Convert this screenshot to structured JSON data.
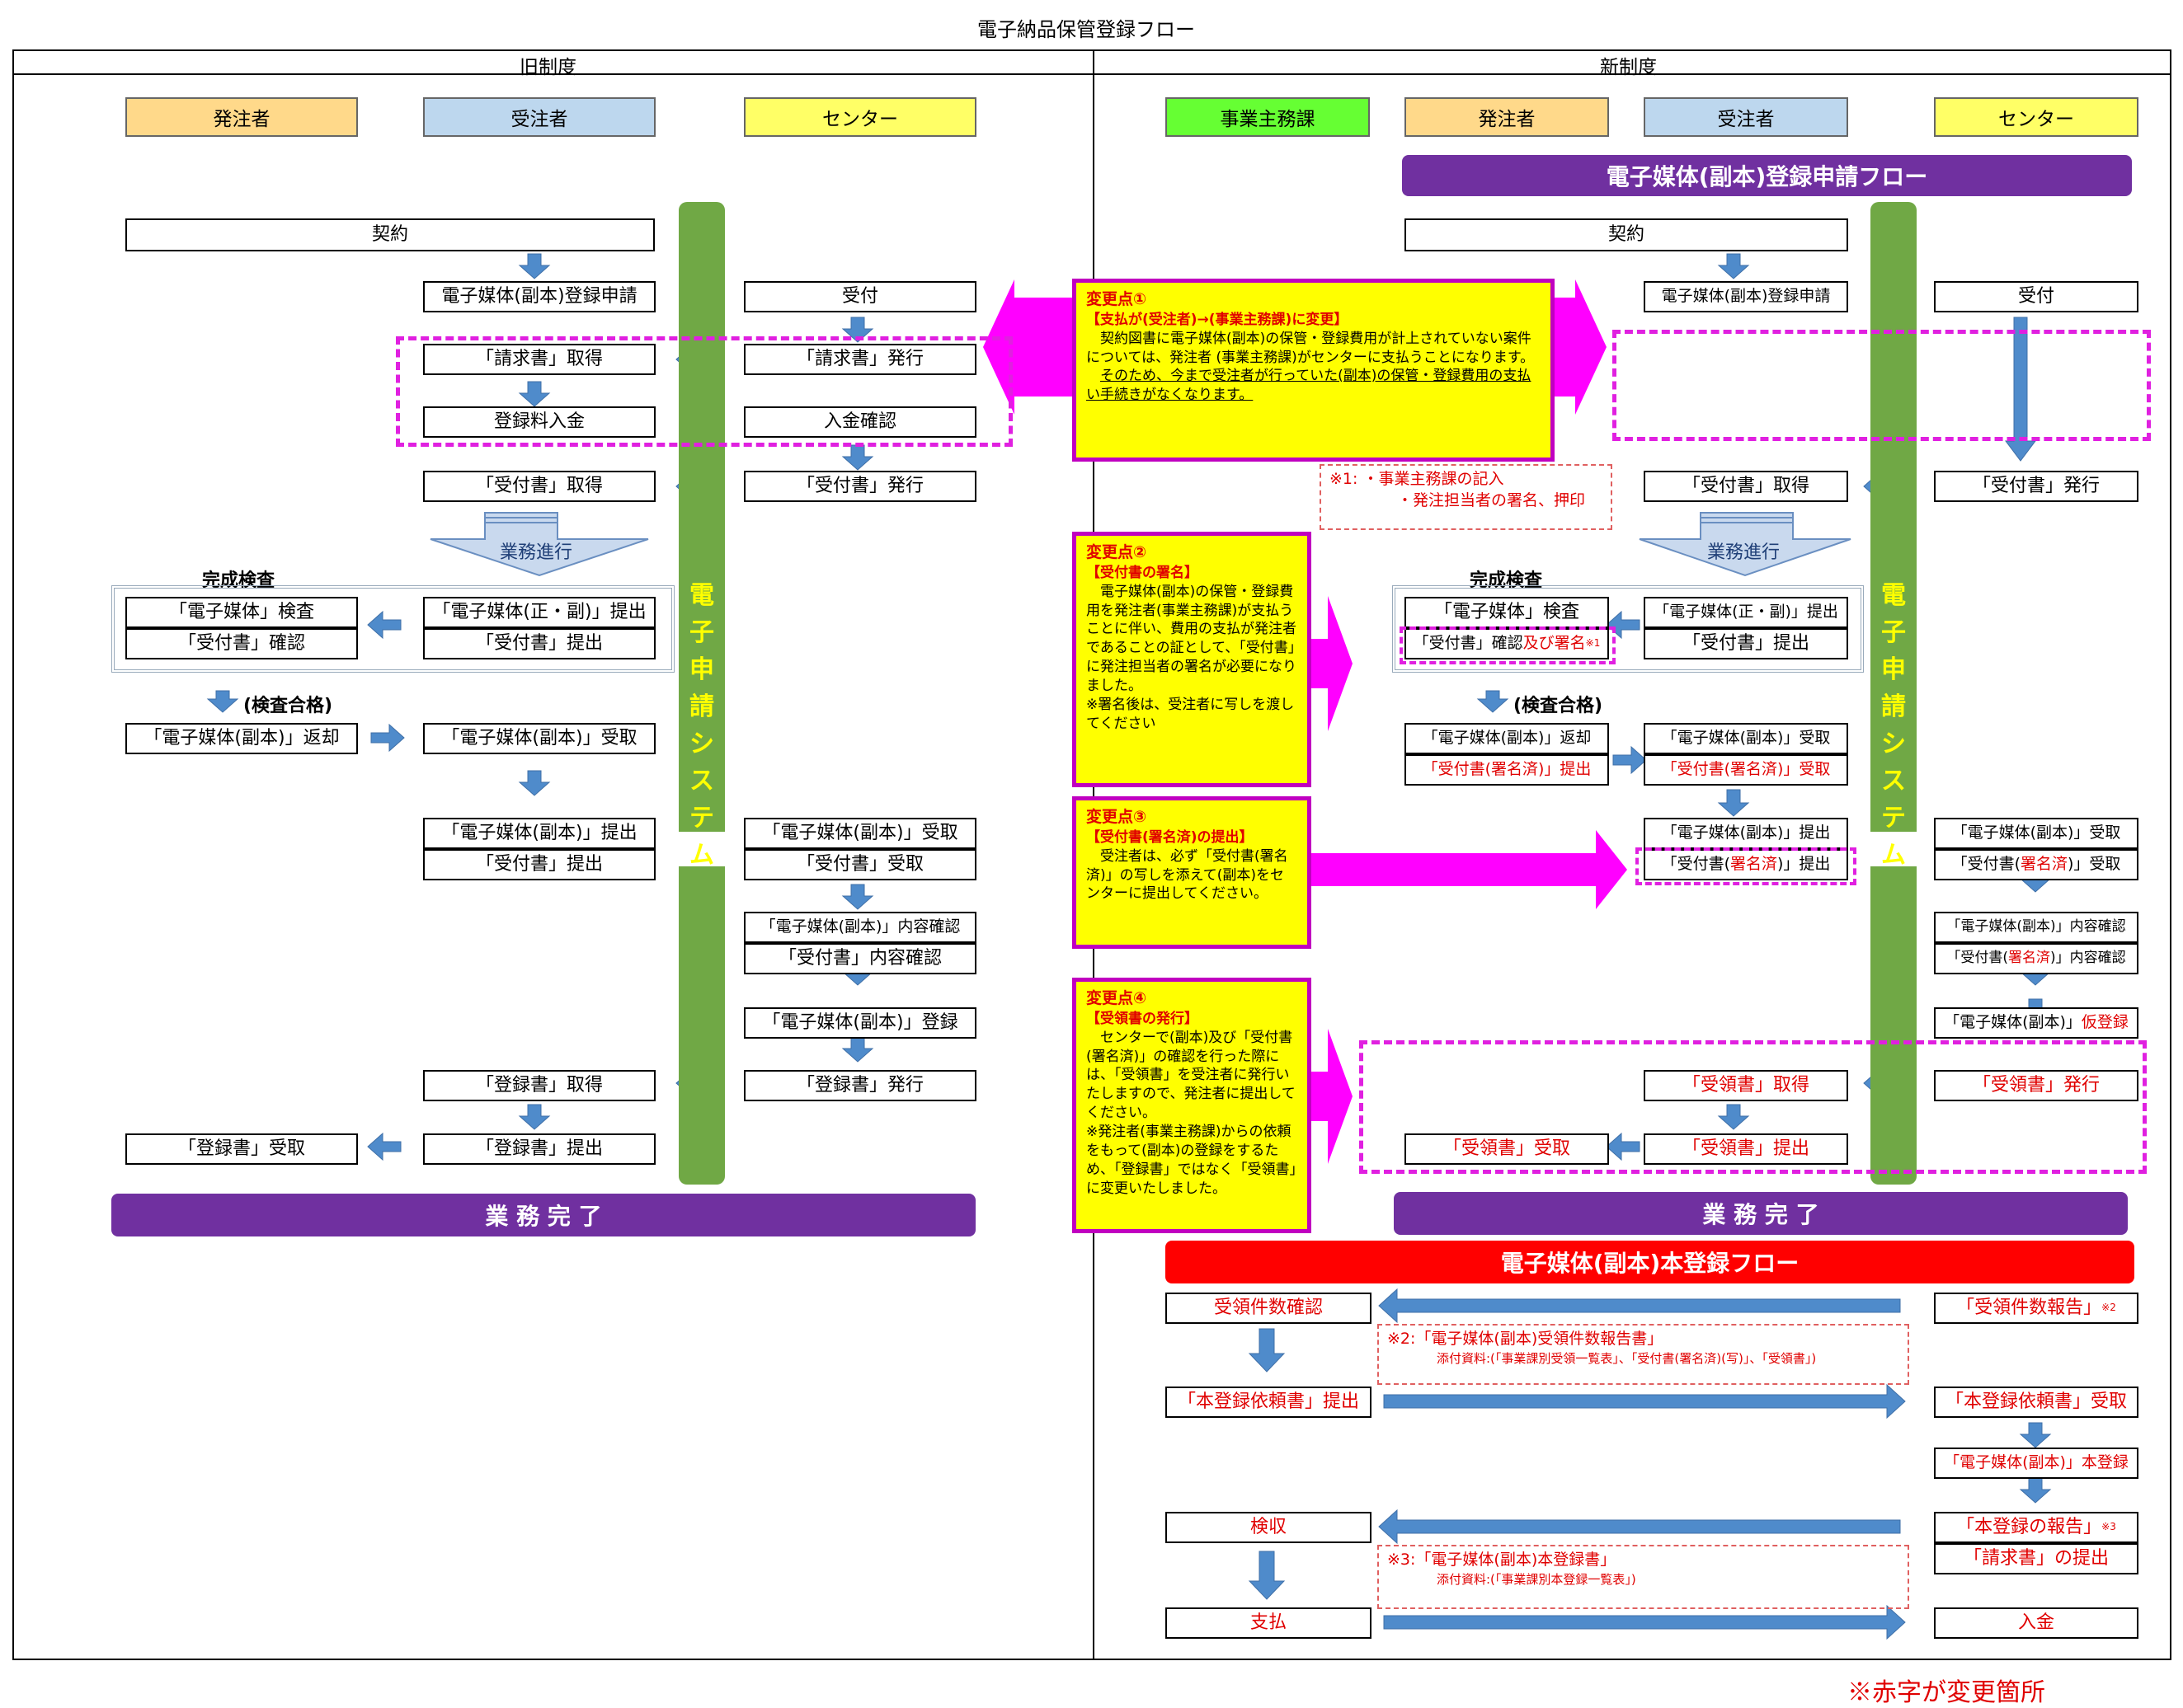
{
  "title": "電子納品保管登録フロー",
  "old": {
    "header": "旧制度",
    "roles": [
      "発注者",
      "受注者",
      "センター"
    ],
    "contract": "契約",
    "apply": "電子媒体(副本)登録申請",
    "receive": "受付",
    "invoice_get": "「請求書」取得",
    "invoice_issue": "「請求書」発行",
    "fee_payment": "登録料入金",
    "payment_confirm": "入金確認",
    "receipt_get": "「受付書」取得",
    "receipt_issue": "「受付書」発行",
    "progress": "業務進行",
    "inspection_title": "完成検査",
    "media_inspect": "「電子媒体」検査",
    "receipt_confirm": "「受付書」確認",
    "media_submit": "「電子媒体(正・副)」提出",
    "receipt_submit": "「受付書」提出",
    "passed": "(検査合格)",
    "media_return": "「電子媒体(副本)」返却",
    "media_accept": "「電子媒体(副本)」受取",
    "media_submit2": "「電子媒体(副本)」提出",
    "receipt_submit2": "「受付書」提出",
    "center_media_accept": "「電子媒体(副本)」受取",
    "center_receipt_accept": "「受付書」受取",
    "media_content_check": "「電子媒体(副本)」内容確認",
    "receipt_content_check": "「受付書」内容確認",
    "media_register": "「電子媒体(副本)」登録",
    "reg_get": "「登録書」取得",
    "reg_issue": "「登録書」発行",
    "reg_receive": "「登録書」受取",
    "reg_submit": "「登録書」提出",
    "system": "電子申請システム",
    "complete": "業 務 完 了"
  },
  "new": {
    "header": "新制度",
    "roles": [
      "事業主務課",
      "発注者",
      "受注者",
      "センター"
    ],
    "flow_title": "電子媒体(副本)登録申請フロー",
    "contract": "契約",
    "apply": "電子媒体(副本)登録申請",
    "receive": "受付",
    "receipt_get": "「受付書」取得",
    "receipt_issue": "「受付書」発行",
    "progress": "業務進行",
    "inspection_title": "完成検査",
    "media_inspect": "「電子媒体」検査",
    "receipt_confirm_a": "「受付書」確認",
    "receipt_confirm_b": "及び署名",
    "receipt_confirm_sup": "※1",
    "media_submit": "「電子媒体(正・副)」提出",
    "receipt_submit": "「受付書」提出",
    "passed": "(検査合格)",
    "media_return": "「電子媒体(副本)」返却",
    "signed_submit": "「受付書(署名済)」提出",
    "media_accept": "「電子媒体(副本)」受取",
    "signed_accept": "「受付書(署名済)」受取",
    "media_submit2": "「電子媒体(副本)」提出",
    "signed_submit2_a": "「受付書(",
    "signed_submit2_b": "署名済",
    "signed_submit2_c": ")」提出",
    "center_media_accept": "「電子媒体(副本)」受取",
    "center_signed_a": "「受付書(",
    "center_signed_b": "署名済",
    "center_signed_c": ")」受取",
    "media_content_check": "「電子媒体(副本)」内容確認",
    "receipt_content_a": "「受付書(",
    "receipt_content_b": "署名済",
    "receipt_content_c": ")」内容確認",
    "temp_reg_a": "「電子媒体(副本)」",
    "temp_reg_b": "仮登録",
    "recpt_get": "「受領書」取得",
    "recpt_issue": "「受領書」発行",
    "recpt_receive": "「受領書」受取",
    "recpt_submit": "「受領書」提出",
    "system": "電子申請システム",
    "complete": "業 務 完 了",
    "note1_a": "※1: ・事業主務課の記入",
    "note1_b": "・発注担当者の署名、押印",
    "main_flow_title": "電子媒体(副本)本登録フロー",
    "count_confirm": "受領件数確認",
    "count_report": "「受領件数報告」",
    "count_report_sup": "※2",
    "note2_a": "※2:「電子媒体(副本)受領件数報告書」",
    "note2_b": "添付資料:(「事業課別受領一覧表」、「受付書(署名済)(写)」、「受領書」)",
    "main_request_submit": "「本登録依頼書」提出",
    "main_request_accept": "「本登録依頼書」受取",
    "main_register": "「電子媒体(副本)」本登録",
    "acceptance": "検収",
    "main_report": "「本登録の報告」",
    "main_report_sup": "※3",
    "invoice_submit": "「請求書」の提出",
    "note3_a": "※3:「電子媒体(副本)本登録書」",
    "note3_b": "添付資料:(「事業課別本登録一覧表」)",
    "payment": "支払",
    "deposit": "入金"
  },
  "changes": {
    "c1_title": "変更点①",
    "c1_sub": "【支払が(受注者)→(事業主務課)に変更】",
    "c1_body1": "契約図書に電子媒体(副本)の保管・登録費用が計上されていない案件については、発注者 (事業主務課)がセンターに支払うことになります。",
    "c1_body2": "そのため、今まで受注者が行っていた(副本)の保管・登録費用の支払い手続きがなくなります。",
    "c2_title": "変更点②",
    "c2_sub": "【受付書の署名】",
    "c2_body1": "電子媒体(副本)の保管・登録費用を発注者(事業主務課)が支払うことに伴い、費用の支払が発注者であることの証として、「受付書」に発注担当者の署名が必要になりました。",
    "c2_body2": "※署名後は、受注者に写しを渡してください",
    "c3_title": "変更点③",
    "c3_sub": "【受付書(署名済)の提出】",
    "c3_body1": "受注者は、必ず「受付書(署名済)」の写しを添えて(副本)をセンターに提出してください。",
    "c4_title": "変更点④",
    "c4_sub": "【受領書の発行】",
    "c4_body1": "センターで(副本)及び「受付書(署名済)」の確認を行った際には、「受領書」を受注者に発行いたしますので、発注者に提出してください。",
    "c4_body2": "※発注者(事業主務課)からの依頼をもって(副本)の登録をするため、「登録書」ではなく「受領書」に変更いたしました。"
  },
  "footnote": "※赤字が変更箇所",
  "colors": {
    "orderer": "#ffd98a",
    "contractor": "#bdd7ee",
    "center": "#ffff66",
    "dept": "#66ff33",
    "purple": "#7030a0",
    "red": "#ff0000",
    "green_bar": "#70a845",
    "arrow_blue": "#4f8bcb",
    "magenta": "#ff00ff"
  }
}
